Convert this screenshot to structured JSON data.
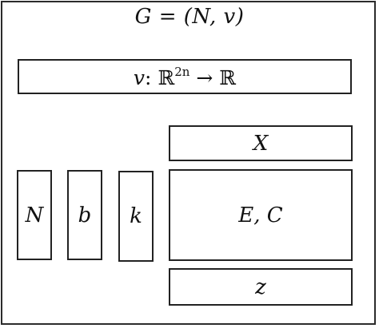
{
  "title": "G = (N, v)",
  "mapping": {
    "var": "v",
    "sep": ":",
    "domain": "ℝ",
    "exponent": "2n",
    "arrow": "→",
    "codomain": "ℝ"
  },
  "columns": [
    "N",
    "b",
    "k"
  ],
  "right_boxes": {
    "top": "X",
    "middle": "E, C",
    "bottom": "z"
  }
}
